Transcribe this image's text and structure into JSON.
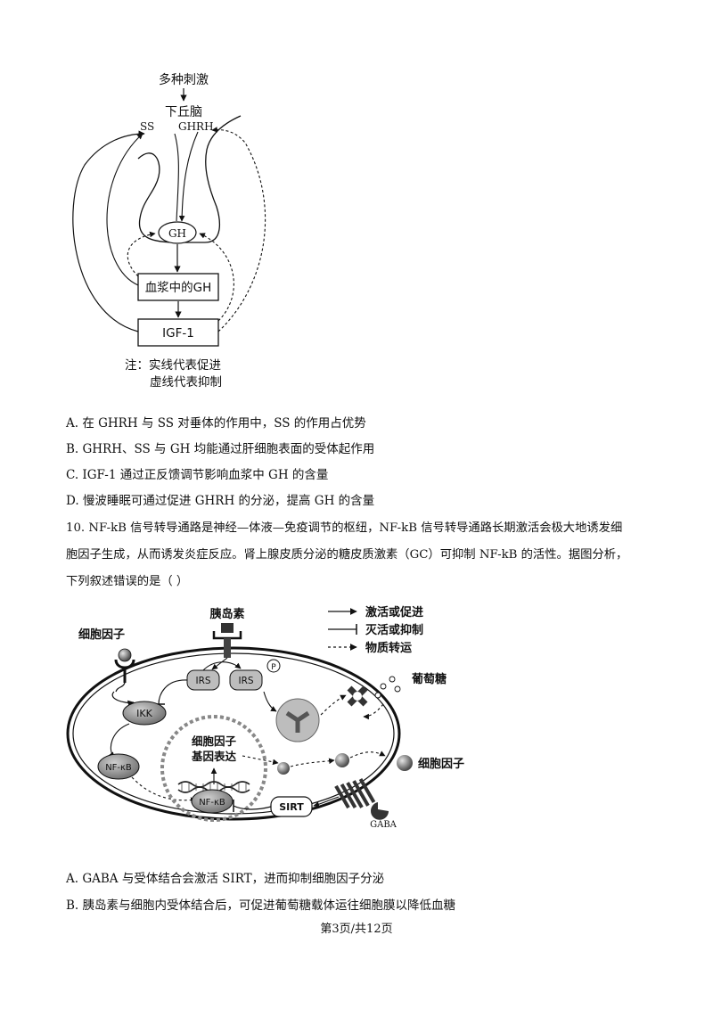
{
  "fig1": {
    "stimulus": "多种刺激",
    "hypothalamus": "下丘脑",
    "ss": "SS",
    "ghrh": "GHRH",
    "gh": "GH",
    "plasma_gh": "血浆中的GH",
    "igf": "IGF-1",
    "note1": "注：实线代表促进",
    "note2": "虚线代表抑制"
  },
  "q9_options": [
    "A.  在 GHRH 与 SS 对垂体的作用中，SS 的作用占优势",
    "B.  GHRH、SS 与 GH 均能通过肝细胞表面的受体起作用",
    "C.  IGF-1 通过正反馈调节影响血浆中 GH 的含量",
    "D.  慢波睡眠可通过促进 GHRH 的分泌，提高 GH 的含量"
  ],
  "q10": {
    "line1": "10.  NF-kB 信号转导通路是神经—体液—免疫调节的枢纽，NF-kB 信号转导通路长期激活会极大地诱发细",
    "line2": "胞因子生成，从而诱发炎症反应。肾上腺皮质分泌的糖皮质激素（GC）可抑制 NF-kB 的活性。据图分析，",
    "line3": "下列叙述错误的是（        ）"
  },
  "fig2": {
    "legend_activate": "激活或促进",
    "legend_inhibit": "灭活或抑制",
    "legend_transport": "物质转运",
    "insulin": "胰岛素",
    "cytokine_left": "细胞因子",
    "irs1": "IRS",
    "irs2": "IRS",
    "p": "P",
    "glucose": "葡萄糖",
    "ikk": "IKK",
    "gene_expr1": "细胞因子",
    "gene_expr2": "基因表达",
    "nfkb1": "NF-κB",
    "nfkb2": "NF-κB",
    "sirt": "SIRT",
    "gaba": "GABA",
    "cytokine_right": "细胞因子"
  },
  "q10_options": [
    "A.  GABA 与受体结合会激活 SIRT，进而抑制细胞因子分泌",
    "B.  胰岛素与细胞内受体结合后，可促进葡萄糖载体运往细胞膜以降低血糖"
  ],
  "footer": "第3页/共12页"
}
